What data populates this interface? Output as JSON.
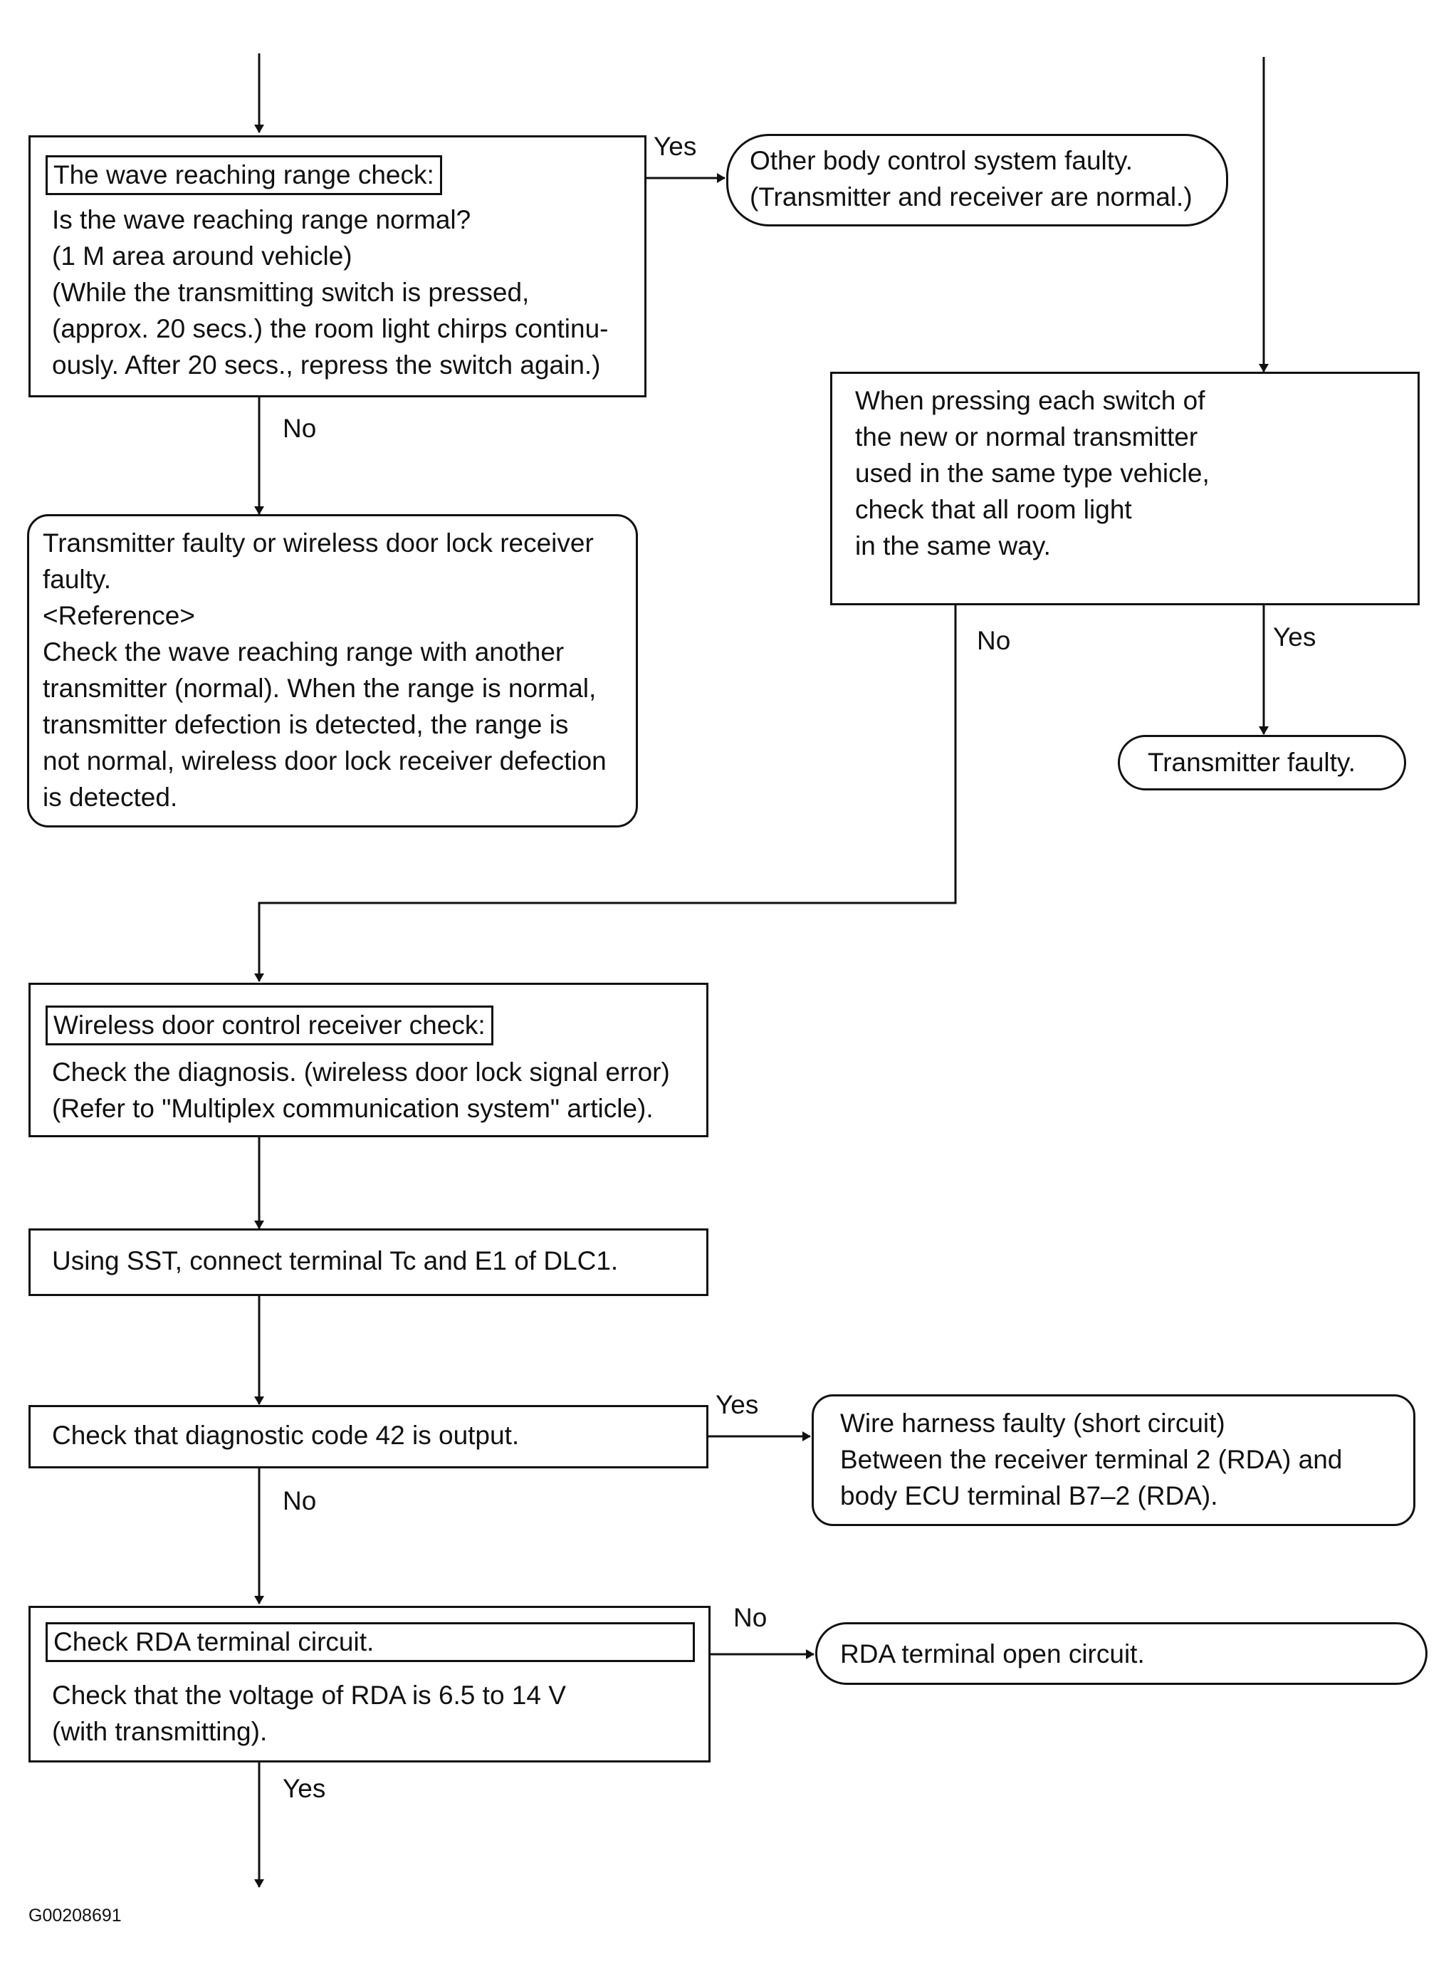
{
  "nodes": {
    "wave_check": {
      "title": "The wave reaching range check:",
      "lines": [
        "Is the wave reaching range normal?",
        "(1 M area around vehicle)",
        "(While the transmitting switch is pressed,",
        "(approx. 20 secs.) the room light chirps continu-",
        "ously. After 20 secs., repress the switch again.)"
      ]
    },
    "other_body": {
      "lines": [
        "Other body control system faulty.",
        "(Transmitter and receiver are normal.)"
      ]
    },
    "tx_or_rx_faulty": {
      "lines": [
        "Transmitter faulty or wireless door lock receiver",
        "faulty.",
        "<Reference>",
        "Check the wave reaching range with another",
        "transmitter (normal). When the range is normal,",
        "transmitter defection is detected, the range is",
        "not normal, wireless door lock receiver defection",
        "is detected."
      ]
    },
    "press_each_switch": {
      "lines": [
        "When pressing each switch of",
        "the new or normal transmitter",
        "used in the same type vehicle,",
        "check that all room light",
        "in the same way."
      ]
    },
    "tx_faulty": {
      "lines": [
        "Transmitter faulty."
      ]
    },
    "receiver_check": {
      "title": "Wireless door control receiver check:",
      "lines": [
        "Check the diagnosis. (wireless door lock signal error)",
        "(Refer to \"Multiplex communication system\" article)."
      ]
    },
    "sst_connect": {
      "lines": [
        "Using SST, connect terminal Tc and E1 of DLC1."
      ]
    },
    "diag_code": {
      "lines": [
        "Check that diagnostic code 42 is output."
      ]
    },
    "wire_harness": {
      "lines": [
        "Wire harness faulty (short circuit)",
        "Between the receiver terminal 2 (RDA) and",
        "body ECU terminal B7–2 (RDA)."
      ]
    },
    "rda_check": {
      "title": "Check RDA terminal circuit.",
      "lines": [
        "Check that the voltage of RDA is 6.5 to 14 V",
        "(with transmitting)."
      ]
    },
    "rda_open": {
      "lines": [
        "RDA terminal open circuit."
      ]
    }
  },
  "edge_labels": {
    "wave_yes": "Yes",
    "wave_no": "No",
    "press_no": "No",
    "press_yes": "Yes",
    "diag_yes": "Yes",
    "diag_no": "No",
    "rda_no": "No",
    "rda_yes": "Yes"
  },
  "figure_code": "G00208691"
}
